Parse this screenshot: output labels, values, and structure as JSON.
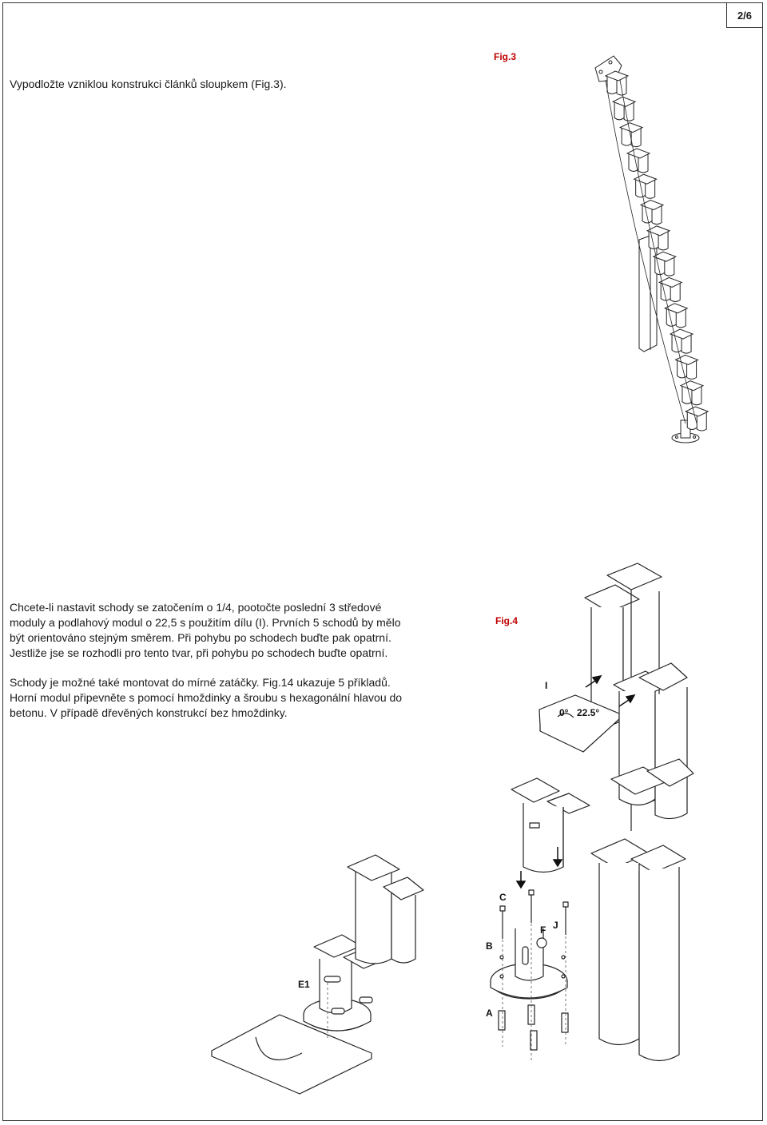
{
  "page": {
    "number": "2/6"
  },
  "figures": {
    "fig3": {
      "label": "Fig.3"
    },
    "fig4": {
      "label": "Fig.4",
      "part_labels": {
        "I": "I",
        "angle_0": "0°",
        "angle_22": "22.5°",
        "C": "C",
        "F": "F",
        "J": "J",
        "B": "B",
        "A": "A",
        "E1": "E1"
      }
    }
  },
  "text": {
    "intro": "Vypodložte vzniklou konstrukci článků sloupkem (Fig.3).",
    "block1_lines": [
      "Chcete-li nastavit schody se zatočením o 1/4, pootočte poslední 3 středové",
      "moduly a podlahový modul o 22,5  s použitím dílu (I). Prvních 5 schodů by mělo",
      "být orientováno stejným směrem. Při pohybu po schodech buďte pak opatrní.",
      "Jestliže jse se rozhodli pro tento tvar, při pohybu po schodech buďte opatrní."
    ],
    "block2_lines": [
      "Schody je možné také montovat do mírné zatáčky. Fig.14 ukazuje 5 příkladů.",
      "Horní modul připevněte s pomocí hmoždinky a šroubu s hexagonální hlavou do",
      "betonu. V případě dřevěných konstrukcí bez hmoždinky."
    ]
  }
}
